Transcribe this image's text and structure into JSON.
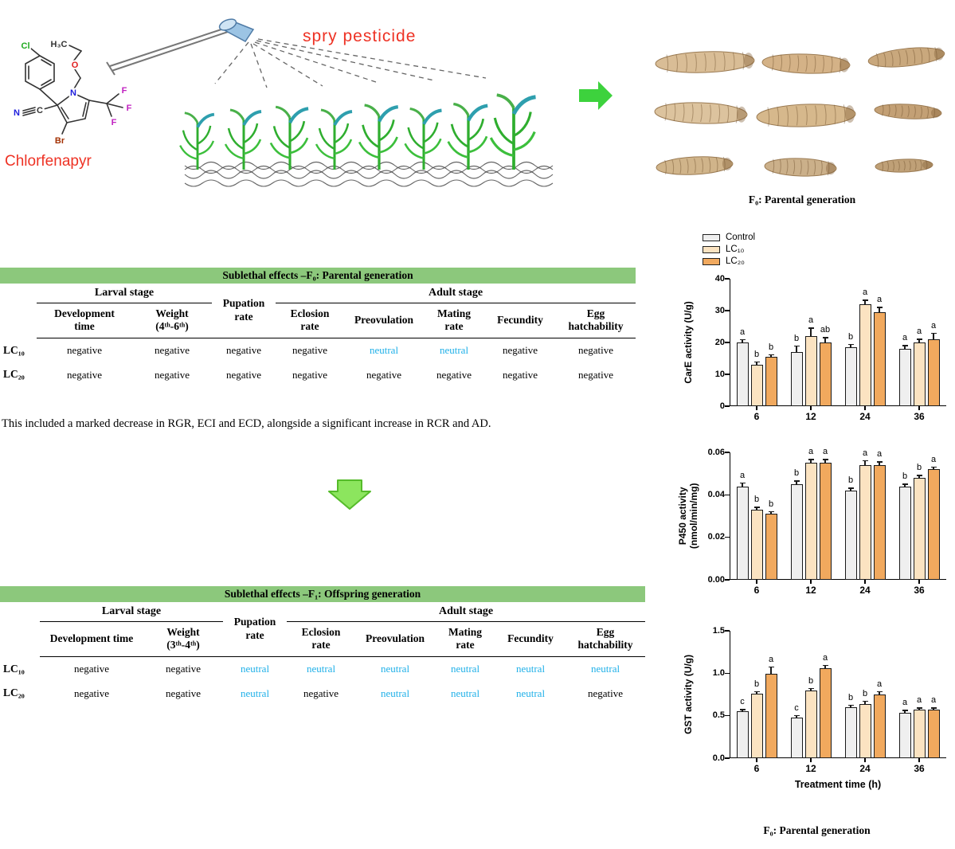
{
  "molecule": {
    "label": "Chlorfenapyr",
    "atoms": {
      "cl": "Cl",
      "h3c": "H₃C",
      "o": "O",
      "n_ring": "N",
      "n_cyano": "N",
      "c_cyano": "C",
      "br": "Br",
      "f1": "F",
      "f2": "F",
      "f3": "F"
    }
  },
  "spray": {
    "label": "spry  pesticide"
  },
  "captions": {
    "larvae": "F₀: Parental generation",
    "charts": "F₀: Parental generation"
  },
  "note": "This included a marked decrease in RGR, ECI and ECD, alongside a significant increase in RCR and AD.",
  "tables": [
    {
      "title": "Sublethal effects –F₀: Parental generation",
      "groups": {
        "larval": "Larval stage",
        "pupation": "Pupation\nrate",
        "adult": "Adult stage"
      },
      "columns": [
        "Development\ntime",
        "Weight\n(4ᵗʰ-6ᵗʰ)",
        "Eclosion\nrate",
        "Preovulation",
        "Mating\nrate",
        "Fecundity",
        "Egg\nhatchability"
      ],
      "rows": [
        {
          "label": "LC₁₀",
          "values": [
            "negative",
            "negative",
            "negative",
            "negative",
            "neutral",
            "neutral",
            "negative",
            "negative"
          ]
        },
        {
          "label": "LC₂₀",
          "values": [
            "negative",
            "negative",
            "negative",
            "negative",
            "negative",
            "negative",
            "negative",
            "negative"
          ]
        }
      ]
    },
    {
      "title": "Sublethal effects –F₁: Offspring generation",
      "groups": {
        "larval": "Larval stage",
        "pupation": "Pupation\nrate",
        "adult": "Adult stage"
      },
      "columns": [
        "Development time",
        "Weight\n(3ᵗʰ-4ᵗʰ)",
        "Eclosion\nrate",
        "Preovulation",
        "Mating\nrate",
        "Fecundity",
        "Egg\nhatchability"
      ],
      "rows": [
        {
          "label": "LC₁₀",
          "values": [
            "negative",
            "negative",
            "neutral",
            "neutral",
            "neutral",
            "neutral",
            "neutral",
            "neutral"
          ]
        },
        {
          "label": "LC₂₀",
          "values": [
            "negative",
            "negative",
            "neutral",
            "negative",
            "neutral",
            "neutral",
            "neutral",
            "negative"
          ]
        }
      ]
    }
  ],
  "legend": {
    "position": "top-left",
    "items": [
      {
        "label": "Control",
        "color": "#efefef"
      },
      {
        "label": "LC₁₀",
        "color": "#fbe3c1"
      },
      {
        "label": "LC₂₀",
        "color": "#f1a95e"
      }
    ]
  },
  "chart_data": [
    {
      "type": "bar",
      "ylabel": "CarE activity (U/g)",
      "xlabel": "",
      "categories": [
        "6",
        "12",
        "24",
        "36"
      ],
      "ymax": 40,
      "ytick_values": [
        0,
        10,
        20,
        30,
        40
      ],
      "ytick_labels": [
        "0",
        "10",
        "20",
        "30",
        "40"
      ],
      "grid": false,
      "series": [
        {
          "name": "Control",
          "color": "#efefef",
          "values": [
            20,
            17,
            18.5,
            18
          ],
          "errors": [
            0.8,
            1.8,
            0.8,
            1.0
          ],
          "letters": [
            "a",
            "b",
            "b",
            "a"
          ]
        },
        {
          "name": "LC₁₀",
          "color": "#fbe3c1",
          "values": [
            13,
            22,
            32,
            20
          ],
          "errors": [
            0.8,
            2.5,
            1.2,
            1.0
          ],
          "letters": [
            "b",
            "a",
            "a",
            "a"
          ]
        },
        {
          "name": "LC₂₀",
          "color": "#f1a95e",
          "values": [
            15.5,
            20,
            29.5,
            21
          ],
          "errors": [
            0.6,
            1.5,
            1.5,
            1.8
          ],
          "letters": [
            "b",
            "ab",
            "a",
            "a"
          ]
        }
      ]
    },
    {
      "type": "bar",
      "ylabel": "P450 activity\n(nmol/min/mg)",
      "xlabel": "",
      "categories": [
        "6",
        "12",
        "24",
        "36"
      ],
      "ymax": 0.06,
      "ytick_values": [
        0,
        0.02,
        0.04,
        0.06
      ],
      "ytick_labels": [
        "0.00",
        "0.02",
        "0.04",
        "0.06"
      ],
      "grid": false,
      "series": [
        {
          "name": "Control",
          "color": "#efefef",
          "values": [
            0.044,
            0.045,
            0.042,
            0.044
          ],
          "errors": [
            0.0015,
            0.0015,
            0.001,
            0.001
          ],
          "letters": [
            "a",
            "b",
            "b",
            "b"
          ]
        },
        {
          "name": "LC₁₀",
          "color": "#fbe3c1",
          "values": [
            0.033,
            0.055,
            0.054,
            0.048
          ],
          "errors": [
            0.001,
            0.0015,
            0.002,
            0.001
          ],
          "letters": [
            "b",
            "a",
            "a",
            "b"
          ]
        },
        {
          "name": "LC₂₀",
          "color": "#f1a95e",
          "values": [
            0.031,
            0.055,
            0.054,
            0.052
          ],
          "errors": [
            0.001,
            0.0015,
            0.0015,
            0.001
          ],
          "letters": [
            "b",
            "a",
            "a",
            "a"
          ]
        }
      ]
    },
    {
      "type": "bar",
      "ylabel": "GST activity (U/g)",
      "xlabel": "Treatment time (h)",
      "categories": [
        "6",
        "12",
        "24",
        "36"
      ],
      "ymax": 1.5,
      "ytick_values": [
        0,
        0.5,
        1.0,
        1.5
      ],
      "ytick_labels": [
        "0.0",
        "0.5",
        "1.0",
        "1.5"
      ],
      "grid": false,
      "series": [
        {
          "name": "Control",
          "color": "#efefef",
          "values": [
            0.55,
            0.48,
            0.6,
            0.53
          ],
          "errors": [
            0.02,
            0.02,
            0.02,
            0.03
          ],
          "letters": [
            "c",
            "c",
            "b",
            "a"
          ]
        },
        {
          "name": "LC₁₀",
          "color": "#fbe3c1",
          "values": [
            0.76,
            0.8,
            0.64,
            0.57
          ],
          "errors": [
            0.02,
            0.02,
            0.03,
            0.02
          ],
          "letters": [
            "b",
            "b",
            "b",
            "a"
          ]
        },
        {
          "name": "LC₂₀",
          "color": "#f1a95e",
          "values": [
            0.99,
            1.06,
            0.75,
            0.57
          ],
          "errors": [
            0.08,
            0.03,
            0.03,
            0.02
          ],
          "letters": [
            "a",
            "a",
            "a",
            "a"
          ]
        }
      ]
    }
  ],
  "colors": {
    "neutral_text": "#1fb0e8",
    "table_header_bar": "#8cc87c",
    "accent_red": "#ee3224",
    "right_arrow": "#3dd23d",
    "down_arrow_fill": "#8ce55e",
    "down_arrow_stroke": "#55bb2a"
  }
}
